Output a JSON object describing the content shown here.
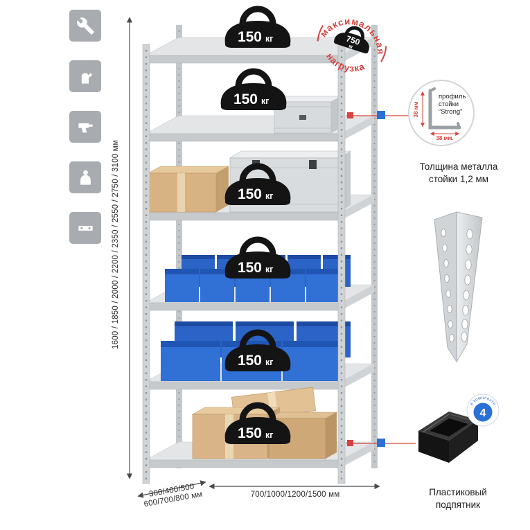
{
  "stamp": {
    "arc_top": "максимальная",
    "arc_bottom": "нагрузка",
    "weight_value": "750",
    "weight_unit": "кг"
  },
  "shelves": {
    "loads": [
      {
        "value": "150",
        "unit": "кг"
      },
      {
        "value": "150",
        "unit": "кг"
      },
      {
        "value": "150",
        "unit": "кг"
      },
      {
        "value": "150",
        "unit": "кг"
      },
      {
        "value": "150",
        "unit": "кг"
      },
      {
        "value": "150",
        "unit": "кг"
      }
    ]
  },
  "dimensions": {
    "height": "1600 / 1850 / 2000 / 2200 / 2350 / 2550 / 2750 / 3100 мм",
    "depth_line1": "300/400/500",
    "depth_line2": "600/700/800 мм",
    "width": "700/1000/1200/1500 мм"
  },
  "profile": {
    "label_line1": "профиль",
    "label_line2": "стойки",
    "label_line3": "“Strong”",
    "dim_vertical": "38 мм",
    "dim_horizontal": "38 мм.",
    "caption_line1": "Толщина металла",
    "caption_line2": "стойки 1,2 мм"
  },
  "foot": {
    "badge_value": "4",
    "badge_arc": "в комплекте",
    "caption_line1": "Пластиковый",
    "caption_line2": "подпятник"
  },
  "icons": [
    {
      "name": "wrench"
    },
    {
      "name": "gloves"
    },
    {
      "name": "drill"
    },
    {
      "name": "person"
    },
    {
      "name": "level"
    }
  ],
  "colors": {
    "accent_red": "#d8433e",
    "accent_blue": "#2a70d8",
    "metal_light": "#e3e5e7",
    "bin_blue": "#3170d4",
    "cardboard": "#d8b488",
    "weight_black": "#141414",
    "tile_gray": "#a8acb0"
  }
}
